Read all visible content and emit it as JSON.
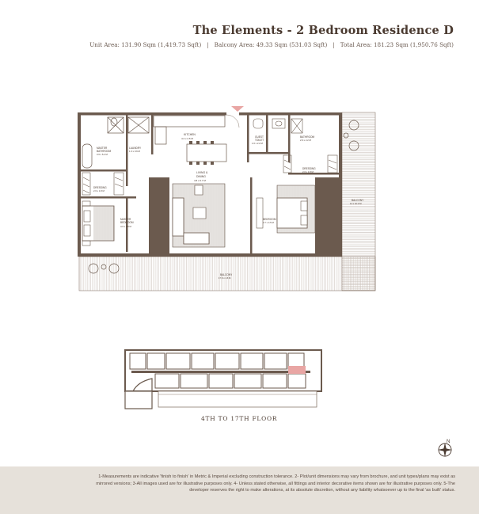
{
  "header": {
    "title": "The Elements - 2 Bedroom Residence D",
    "unit_area": "Unit Area: 131.90 Sqm (1,419.73 Sqft)",
    "balcony_area": "Balcony Area: 49.33 Sqm (531.03 Sqft)",
    "total_area": "Total Area: 181.23 Sqm (1,950.76 Sqft)",
    "separator": "|"
  },
  "rooms": {
    "kitchen": {
      "name": "KITCHEN",
      "dims": "4.2 x 2.5 M"
    },
    "living_dining": {
      "name": "LIVING &",
      "name2": "DINING",
      "dims": "4.8 x 6.7 M"
    },
    "guest_toilet": {
      "name": "GUEST",
      "name2": "TOILET",
      "dims": "1.6 x 2.2 M"
    },
    "bathroom": {
      "name": "BATHROOM",
      "dims": "2.9 x 2.2 M"
    },
    "master_bathroom": {
      "name": "MASTER",
      "name2": "BATHROOM",
      "dims": "3.6 x 5.2 M"
    },
    "laundry": {
      "name": "LAUNDRY",
      "dims": "1.3 x 0.9 M"
    },
    "dressing_master": {
      "name": "DRESSING",
      "dims": "2.6 x 1.8 M"
    },
    "master_bedroom": {
      "name": "MASTER",
      "name2": "BEDROOM",
      "dims": "4.0 x 3.8 M"
    },
    "dressing_2": {
      "name": "DRESSING",
      "dims": "2.0 x 1.8 M"
    },
    "bedroom": {
      "name": "BEDROOM",
      "dims": "3.7 x 4.5 M"
    },
    "balcony_side": {
      "name": "BALCONY",
      "dims": "11 x 10.0 M"
    },
    "balcony_bottom": {
      "name": "BALCONY",
      "dims": "17.6 x 1.6 M"
    }
  },
  "key_plan": {
    "floor_label": "4TH TO 17TH FLOOR"
  },
  "compass": {
    "letter": "N"
  },
  "footer": {
    "disclaimer": "1-Measurements are indicative 'finish to finish' in Metric & Imperial excluding construction tolerance. 2- Plot/unit dimensions may vary from brochure, and unit types/plans may exist as mirrored versions; 3-All images used are for illustrative purposes only. 4- Unless stated otherwise, all fittings and interior decorative items shown are for illustrative purposes only. 5-The developer reserves the right to make alterations, at its absolute discretion, without any liability whatsoever up to the final 'as built' status."
  },
  "colors": {
    "wall": "#6b5a4e",
    "floor": "#ffffff",
    "balcony_hatch": "#b9aea5",
    "accent_pink": "#e9a6a4",
    "footer_bg": "#e6e1da"
  }
}
